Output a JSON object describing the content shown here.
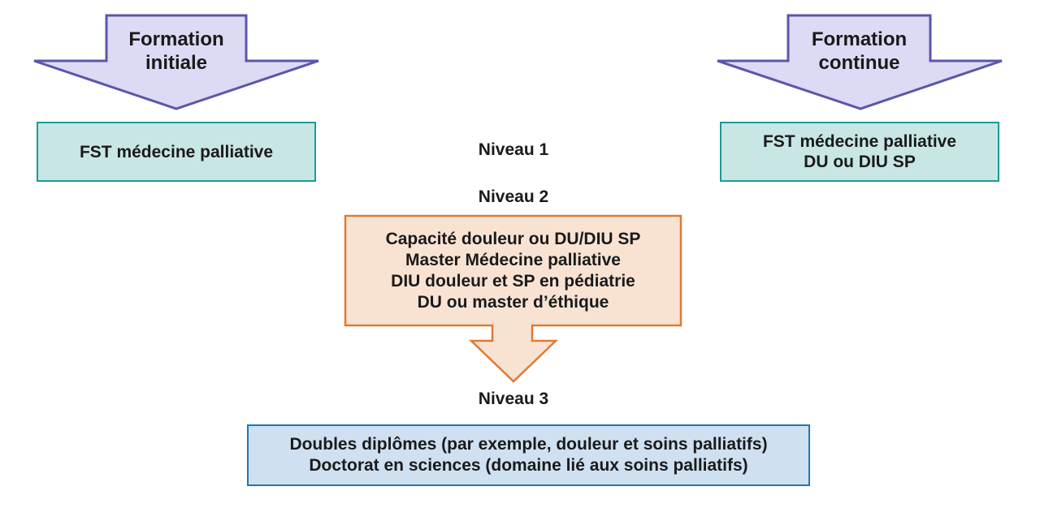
{
  "colors": {
    "arrow_fill": "#dcdaf4",
    "arrow_stroke": "#5b56a8",
    "teal_fill": "#c8e6e4",
    "teal_stroke": "#1d9a95",
    "orange_fill": "#f8e3d3",
    "orange_stroke": "#e07a35",
    "blue_fill": "#cfe0f0",
    "blue_stroke": "#1f77b4"
  },
  "left_arrow": {
    "lines": [
      "Formation",
      "initiale"
    ]
  },
  "right_arrow": {
    "lines": [
      "Formation",
      "continue"
    ]
  },
  "left_box": {
    "lines": [
      "FST médecine palliative"
    ]
  },
  "right_box": {
    "lines": [
      "FST médecine palliative",
      "DU ou DIU SP"
    ]
  },
  "levels": {
    "level1": "Niveau 1",
    "level2": "Niveau 2",
    "level3": "Niveau 3"
  },
  "level2_box": {
    "lines": [
      "Capacité douleur ou DU/DIU SP",
      "Master Médecine palliative",
      "DIU douleur et SP en pédiatrie",
      "DU ou master d’éthique"
    ]
  },
  "level3_box": {
    "lines": [
      "Doubles diplômes (par exemple, douleur et soins palliatifs)",
      "Doctorat en sciences (domaine lié aux soins palliatifs)"
    ]
  }
}
